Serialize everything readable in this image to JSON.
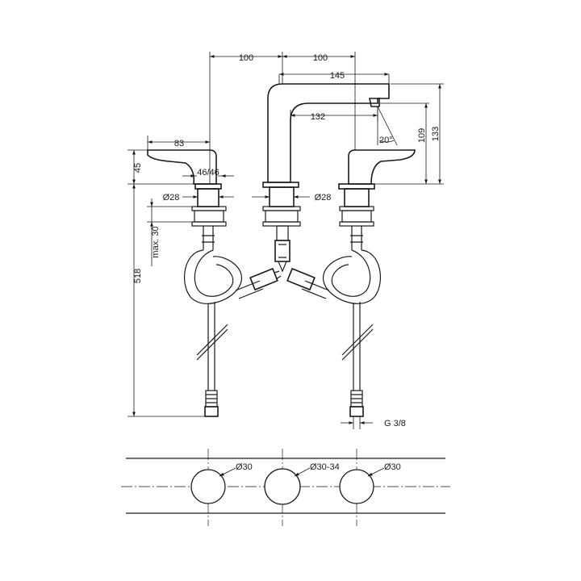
{
  "dimensions": {
    "d100_left": "100",
    "d100_right": "100",
    "d145": "145",
    "d132": "132",
    "d20": "20°",
    "d109": "109",
    "d133": "133",
    "d83": "83",
    "d45": "45",
    "d46_46": "46/46",
    "dia28_left": "Ø28",
    "dia28_center": "Ø28",
    "max30": "max. 30",
    "d518": "518",
    "g38": "G 3/8"
  },
  "cutout": {
    "hole_left": "Ø30",
    "hole_center": "Ø30-34",
    "hole_right": "Ø30"
  }
}
